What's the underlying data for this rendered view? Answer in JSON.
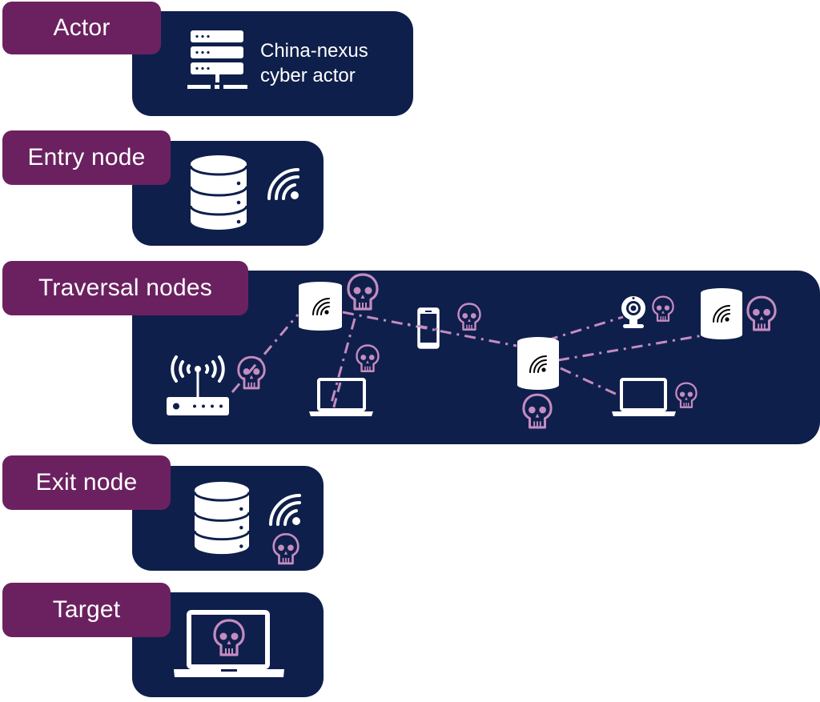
{
  "stages": [
    {
      "id": "actor",
      "label": "Actor",
      "description_lines": [
        "China-nexus",
        "cyber actor"
      ],
      "icons": [
        "server-rack-icon"
      ]
    },
    {
      "id": "entry",
      "label": "Entry node",
      "icons": [
        "database-server-icon",
        "wifi-icon"
      ]
    },
    {
      "id": "traversal",
      "label": "Traversal nodes",
      "icons": [
        "router-icon",
        "wifi-device-icon",
        "laptop-icon",
        "smartphone-icon",
        "webcam-icon",
        "skull-icon"
      ]
    },
    {
      "id": "exit",
      "label": "Exit node",
      "icons": [
        "database-server-icon",
        "wifi-icon",
        "skull-icon"
      ]
    },
    {
      "id": "target",
      "label": "Target",
      "icons": [
        "laptop-icon",
        "skull-icon"
      ]
    }
  ],
  "colors": {
    "panel": "#0f1f4b",
    "tag": "#6b2160",
    "compromise": "#c48cc0",
    "icon": "#ffffff"
  }
}
